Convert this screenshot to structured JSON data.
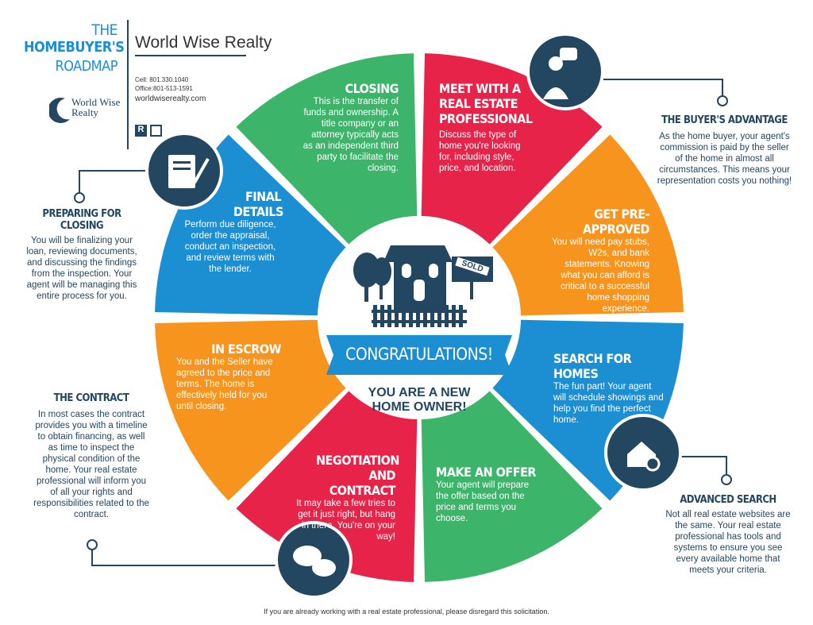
{
  "header": {
    "the": "THE",
    "homebuyers": "HOMEBUYER'S",
    "roadmap": "ROADMAP",
    "company": "World Wise Realty",
    "cell": "Cell: 801.330.1040",
    "office": "Office:801-513-1591",
    "website": "worldwiserealty.com",
    "logo_text": "World Wise Realty"
  },
  "steps": [
    {
      "title": "MEET WITH A REAL ESTATE PROFESSIONAL",
      "body": "Discuss the type of home you're looking for, including style, price, and location.",
      "color": "#e8234a"
    },
    {
      "title": "GET PRE-APPROVED",
      "body": "You will need pay stubs, W2s, and bank statements. Knowing what you can afford is critical to a successful home shopping experience.",
      "color": "#f7941d"
    },
    {
      "title": "SEARCH FOR HOMES",
      "body": "The fun part! Your agent will schedule showings and help you find the perfect home.",
      "color": "#1b8fd2"
    },
    {
      "title": "MAKE AN OFFER",
      "body": "Your agent will prepare the offer based on the price and terms you choose.",
      "color": "#3cb56a"
    },
    {
      "title": "NEGOTIATION AND CONTRACT",
      "body": "It may take a few tries to get it just right, but hang in there. You're on your way!",
      "color": "#e8234a"
    },
    {
      "title": "IN ESCROW",
      "body": "You and the Seller have agreed to the price and terms. The home is effectively held for you until closing.",
      "color": "#f7941d"
    },
    {
      "title": "FINAL DETAILS",
      "body": "Perform due diligence, order the appraisal, conduct an inspection, and review terms with the lender.",
      "color": "#1b8fd2"
    },
    {
      "title": "CLOSING",
      "body": "This is the transfer of funds and ownership. A title company or an attorney typically acts as an independent third party to facilitate the closing.",
      "color": "#3cb56a"
    }
  ],
  "callouts": {
    "advantage": {
      "title": "THE BUYER'S ADVANTAGE",
      "body": "As the home buyer, your agent's commission is paid by the seller of the home in almost all circumstances. This means your representation costs you nothing!"
    },
    "search": {
      "title": "ADVANCED SEARCH",
      "body": "Not all real estate websites are the same. Your real estate professional has tools and systems to ensure you see every available home that meets your criteria."
    },
    "contract": {
      "title": "THE CONTRACT",
      "body": "In most cases the contract provides you with a timeline to obtain financing, as well as time to inspect the physical condition of the home. Your real estate professional will inform you of all your rights and responsibilities related to the contract."
    },
    "preparing": {
      "title": "PREPARING FOR CLOSING",
      "body": "You will be finalizing your loan, reviewing documents, and discussing the findings from the inspection. Your agent will be managing this entire process for you."
    }
  },
  "center": {
    "banner": "CONGRATULATIONS!",
    "line1": "YOU ARE A NEW",
    "line2": "HOME OWNER!",
    "sign": "SOLD"
  },
  "footer": "If you are already working with a real estate professional, please disregard this solicitation.",
  "colors": {
    "navy": "#234761",
    "blue": "#1b8fd2"
  }
}
